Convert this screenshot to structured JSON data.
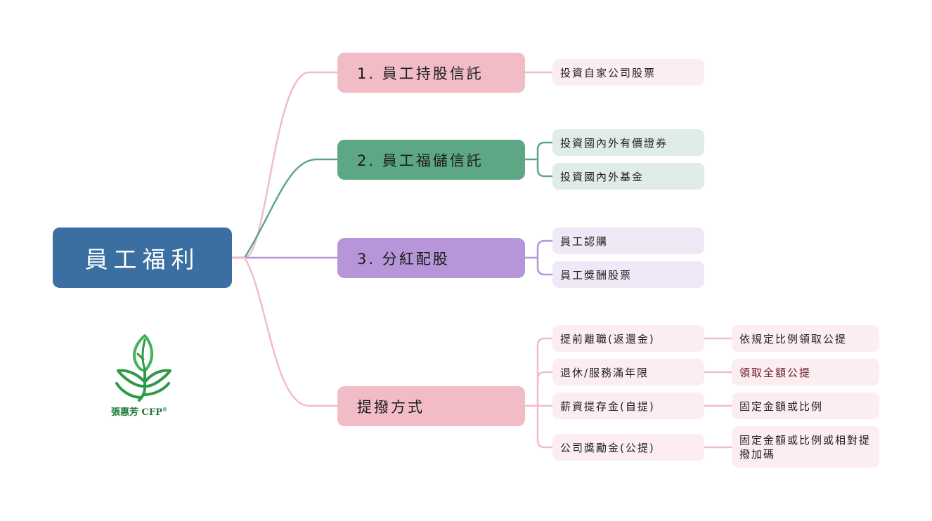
{
  "root": {
    "label": "員工福利",
    "color": "#3c6fa1"
  },
  "branches": [
    {
      "label": "1. 員工持股信託",
      "color": "#f2bcc7",
      "children": [
        {
          "label": "投資自家公司股票"
        }
      ]
    },
    {
      "label": "2. 員工福儲信託",
      "color": "#5ea785",
      "children": [
        {
          "label": "投資國內外有價證券"
        },
        {
          "label": "投資國內外基金"
        }
      ]
    },
    {
      "label": "3. 分紅配股",
      "color": "#b696d8",
      "children": [
        {
          "label": "員工認購"
        },
        {
          "label": "員工獎酬股票"
        }
      ]
    },
    {
      "label": "提撥方式",
      "color": "#f2bcc7",
      "children": [
        {
          "label": "提前離職(返還金)",
          "detail": "依規定比例領取公提"
        },
        {
          "label": "退休/服務滿年限",
          "detail": "領取全額公提",
          "detail_color": "#6a1c2e"
        },
        {
          "label": "薪資提存金(自提)",
          "detail": "固定金額或比例"
        },
        {
          "label": "公司獎勵金(公提)",
          "detail": "固定金額或比例或相對提撥加碼"
        }
      ]
    }
  ],
  "logo": {
    "name": "張惠芳 CFP",
    "mark": "®",
    "icon": "leaf-sprout-icon",
    "color": "#2e9a48"
  }
}
